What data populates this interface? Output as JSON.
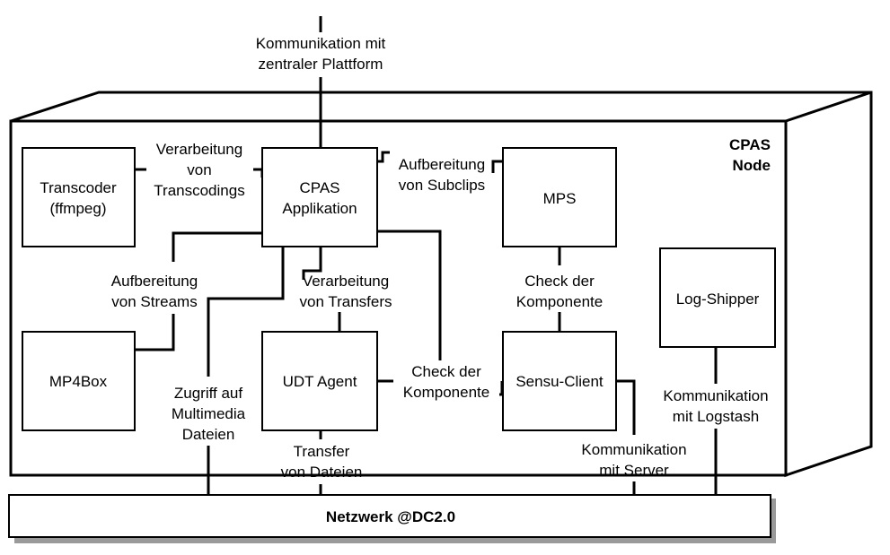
{
  "node": {
    "title_line1": "CPAS",
    "title_line2": "Node"
  },
  "network": {
    "label": "Netzwerk @DC2.0"
  },
  "components": {
    "transcoder": {
      "line1": "Transcoder",
      "line2": "(ffmpeg)"
    },
    "cpas_app": {
      "line1": "CPAS",
      "line2": "Applikation"
    },
    "mps": {
      "label": "MPS"
    },
    "log_shipper": {
      "label": "Log-Shipper"
    },
    "mp4box": {
      "label": "MP4Box"
    },
    "udt_agent": {
      "label": "UDT Agent"
    },
    "sensu_client": {
      "label": "Sensu-Client"
    }
  },
  "labels": {
    "platform": {
      "line1": "Kommunikation mit",
      "line2": "zentraler Plattform"
    },
    "transcodings": {
      "line1": "Verarbeitung",
      "line2": "von",
      "line3": "Transcodings"
    },
    "subclips": {
      "line1": "Aufbereitung",
      "line2": "von Subclips"
    },
    "streams": {
      "line1": "Aufbereitung",
      "line2": "von Streams"
    },
    "transfers": {
      "line1": "Verarbeitung",
      "line2": "von Transfers"
    },
    "check_mps": {
      "line1": "Check der",
      "line2": "Komponente"
    },
    "check_udt": {
      "line1": "Check der",
      "line2": "Komponente"
    },
    "multimedia": {
      "line1": "Zugriff auf",
      "line2": "Multimedia",
      "line3": "Dateien"
    },
    "file_transfer": {
      "line1": "Transfer",
      "line2": "von Dateien"
    },
    "server": {
      "line1": "Kommunikation",
      "line2": "mit Server"
    },
    "logstash": {
      "line1": "Kommunikation",
      "line2": "mit Logstash"
    }
  }
}
